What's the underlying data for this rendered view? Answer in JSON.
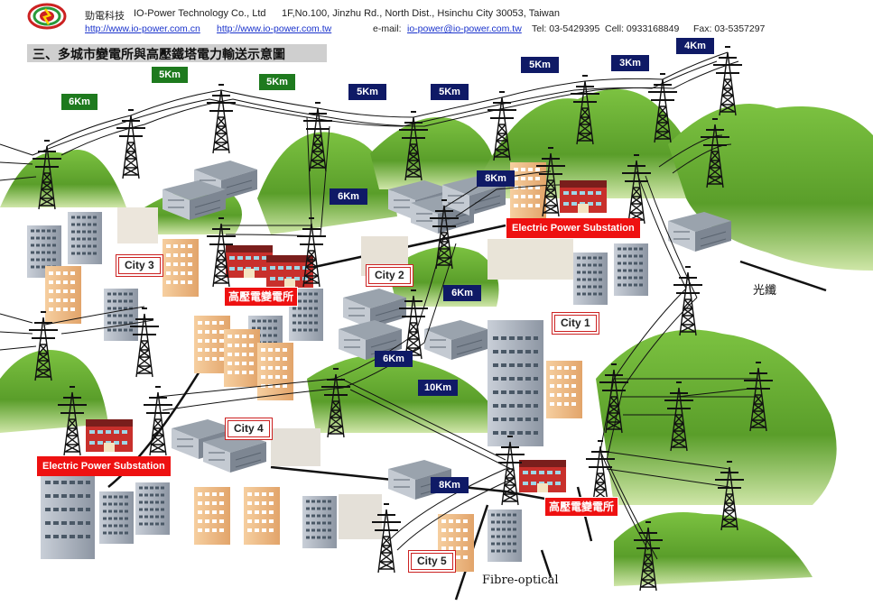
{
  "header": {
    "company_cn": "勁電科技",
    "company_en": "IO-Power Technology Co., Ltd",
    "address": "1F,No.100, Jinzhu Rd., North Dist., Hsinchu City 30053, Taiwan",
    "url_cn": "http://www.io-power.com.cn",
    "url_tw": "http://www.io-power.com.tw",
    "email_label": "e-mail:",
    "email": "io-power@io-power.com.tw",
    "tel": "Tel: 03-5429395",
    "cell": "Cell: 0933168849",
    "fax": "Fax: 03-5357297"
  },
  "title": "三、多城市變電所與高壓鐵塔電力輸送示意圖",
  "distances": {
    "d1": "6Km",
    "d2": "5Km",
    "d3": "5Km",
    "d4": "5Km",
    "d5": "5Km",
    "d6": "5Km",
    "d7": "3Km",
    "d8": "4Km",
    "d9": "8Km",
    "d10": "6Km",
    "d11": "6Km",
    "d12": "6Km",
    "d13": "10Km",
    "d14": "8Km"
  },
  "cities": {
    "c1": "City 1",
    "c2": "City 2",
    "c3": "City 3",
    "c4": "City 4",
    "c5": "City 5"
  },
  "substations": {
    "eps_top": "Electric Power Substation",
    "eps_left": "Electric Power Substation",
    "hv_left": "高壓電變電所",
    "hv_right": "高壓電變電所"
  },
  "labels": {
    "fiber_cn": "光纖",
    "fiber_en": "Fibre-optical"
  },
  "colors": {
    "tag_blue": "#0f1a66",
    "tag_green": "#1e7a1e",
    "substation_red": "#ee1111",
    "hill_green": "#5faa2a"
  }
}
